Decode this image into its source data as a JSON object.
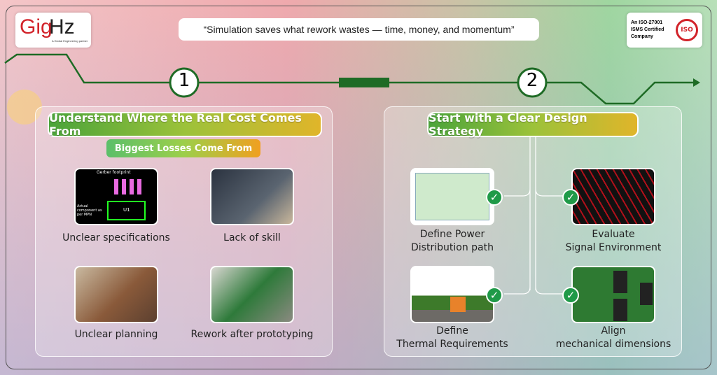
{
  "header": {
    "logo_text_red": "Gig",
    "logo_text_dark": "Hz",
    "logo_tagline": "A Global Engineering partner",
    "quote": "“Simulation saves what rework wastes — time, money, and momentum”",
    "certification": "An ISO-27001 ISMS Certified Company",
    "iso_seal": "ISO"
  },
  "steps": [
    "1",
    "2"
  ],
  "left": {
    "title": "Understand Where the Real Cost Comes From",
    "subtitle": "Biggest Losses Come From",
    "items": [
      {
        "label": "Unclear specifications",
        "img_text_1": "Gerber footprint",
        "img_text_2": "Actual component as per MPN",
        "img_text_3": "U1"
      },
      {
        "label": "Lack of skill"
      },
      {
        "label": "Unclear planning"
      },
      {
        "label": "Rework after prototyping"
      }
    ]
  },
  "right": {
    "title": "Start with a Clear Design Strategy",
    "items": [
      {
        "label_1": "Define Power",
        "label_2": "Distribution path"
      },
      {
        "label_1": "Evaluate",
        "label_2": "Signal Environment"
      },
      {
        "label_1": "Define",
        "label_2": "Thermal Requirements"
      },
      {
        "label_1": "Align",
        "label_2": "mechanical dimensions"
      }
    ]
  },
  "colors": {
    "line": "#1e6b25",
    "check": "#1f9a48"
  }
}
